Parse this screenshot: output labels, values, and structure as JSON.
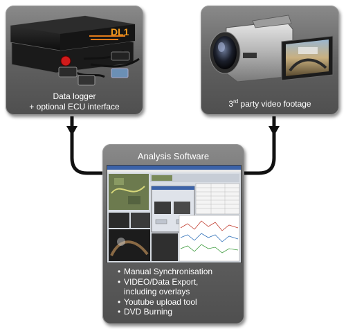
{
  "logger_box": {
    "caption_line1": "Data logger",
    "caption_line2": "+ optional ECU interface",
    "device_badge": "DL1"
  },
  "camera_box": {
    "caption_prefix": "3",
    "caption_superscript": "rd",
    "caption_suffix": " party video footage"
  },
  "software_box": {
    "title": "Analysis Software",
    "features": [
      {
        "line1": "Manual Synchronisation",
        "line2": ""
      },
      {
        "line1": "VIDEO/Data Export,",
        "line2": "including overlays"
      },
      {
        "line1": "Youtube upload tool",
        "line2": ""
      },
      {
        "line1": "DVD Burning",
        "line2": ""
      }
    ]
  },
  "colors": {
    "panel": "#5f5f5f",
    "connector": "#111111",
    "caption_text": "#ffffff"
  }
}
